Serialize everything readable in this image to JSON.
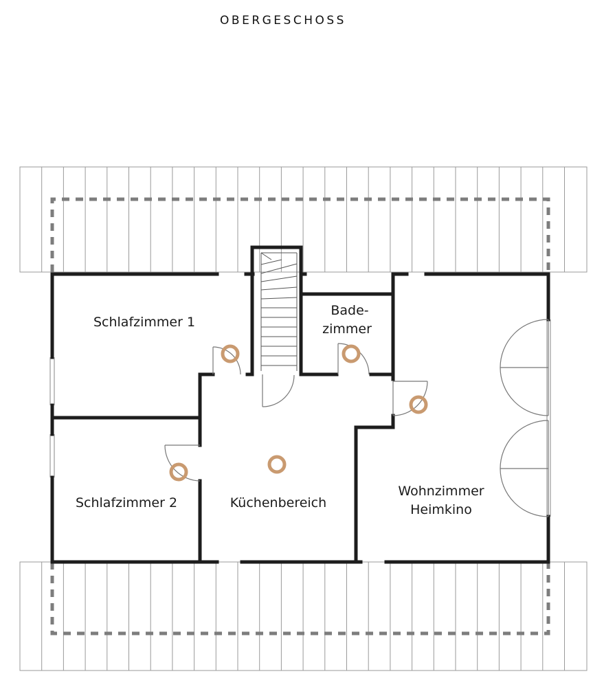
{
  "title": "OBERGESCHOSS",
  "rooms": {
    "schlafzimmer1": "Schlafzimmer 1",
    "badezimmer_line1": "Bade-",
    "badezimmer_line2": "zimmer",
    "schlafzimmer2": "Schlafzimmer 2",
    "kuechenbereich": "Küchenbereich",
    "wohnzimmer_line1": "Wohnzimmer",
    "wohnzimmer_line2": "Heimkino"
  },
  "colors": {
    "walls": "#1d1d1d",
    "roof_lines": "#9a9a9a",
    "dashed_outline": "#7d7d7d",
    "light_fixture": "#c99a70"
  },
  "icons": {
    "light_fixture": "ceiling-light-icon",
    "staircase": "staircase-icon",
    "door": "door-swing-icon"
  }
}
